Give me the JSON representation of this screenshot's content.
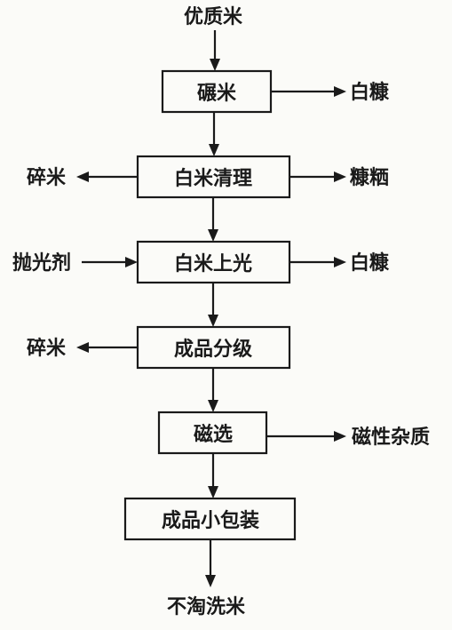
{
  "diagram": {
    "input": "优质米",
    "output": "不淘洗米",
    "steps": [
      {
        "label": "碾米",
        "left": null,
        "right": {
          "label": "白糠",
          "dir": "out"
        }
      },
      {
        "label": "白米清理",
        "left": {
          "label": "碎米",
          "dir": "out"
        },
        "right": {
          "label": "糠粞",
          "dir": "out"
        }
      },
      {
        "label": "白米上光",
        "left": {
          "label": "抛光剂",
          "dir": "in"
        },
        "right": {
          "label": "白糠",
          "dir": "out"
        }
      },
      {
        "label": "成品分级",
        "left": {
          "label": "碎米",
          "dir": "out"
        },
        "right": null
      },
      {
        "label": "磁选",
        "left": null,
        "right": {
          "label": "磁性杂质",
          "dir": "out"
        }
      },
      {
        "label": "成品小包装",
        "left": null,
        "right": null
      }
    ]
  }
}
